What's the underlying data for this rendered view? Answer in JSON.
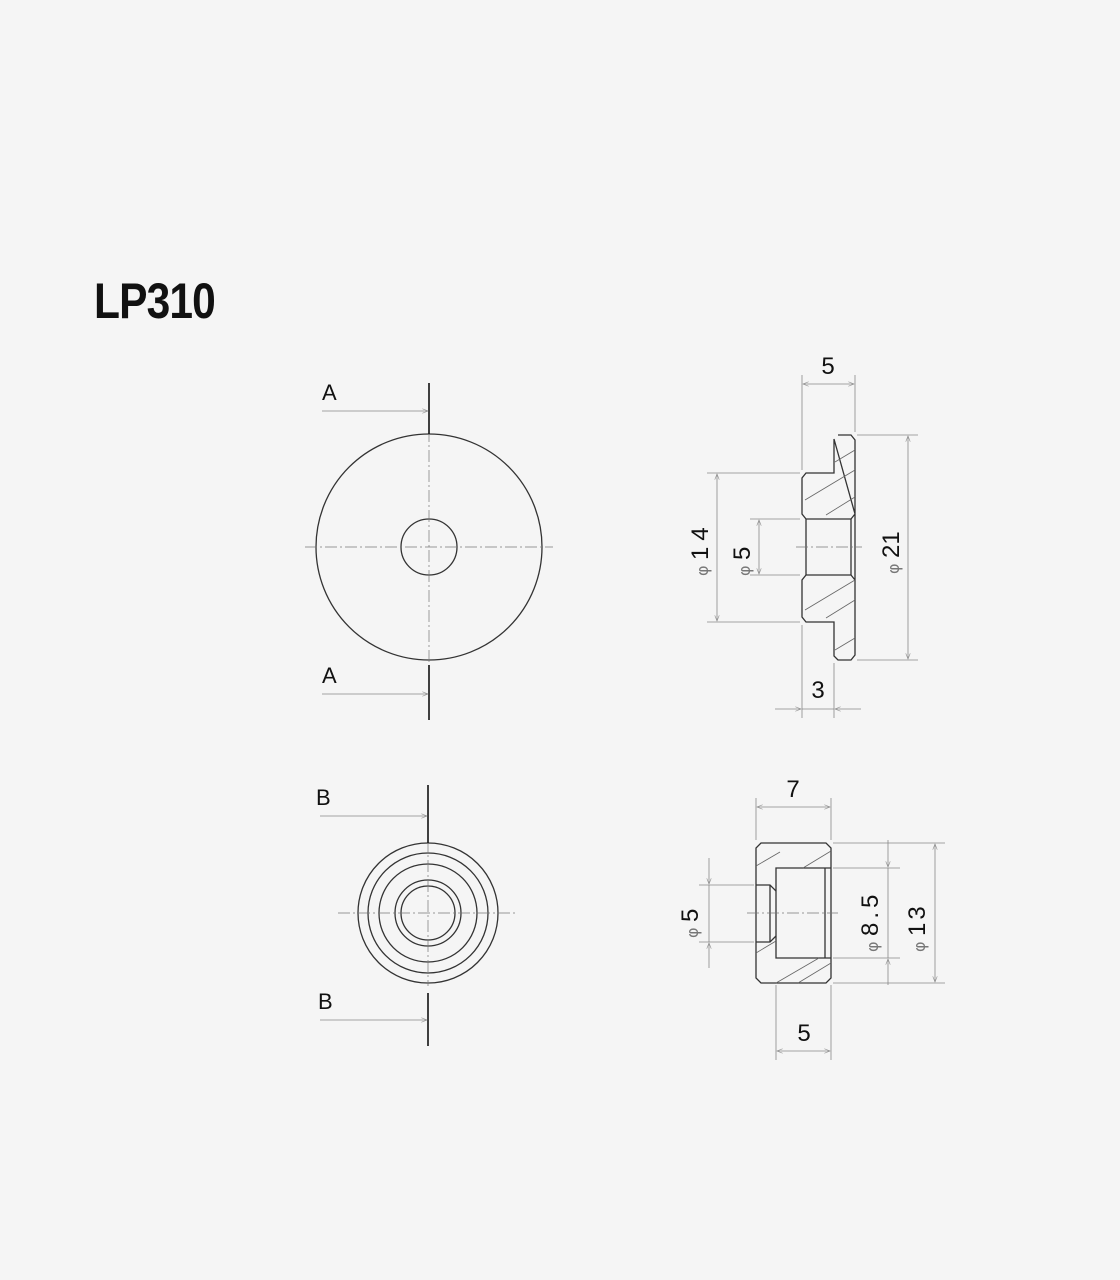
{
  "title": "LP310",
  "section_labels": {
    "a": "A",
    "b": "B"
  },
  "diameter_symbol": "φ",
  "part_a": {
    "width_total": "5",
    "flange_width": "3",
    "dia_step": "14",
    "dia_hole": "5",
    "dia_outer": "21"
  },
  "part_b": {
    "width_total": "7",
    "bore_depth": "5",
    "dia_hole": "5",
    "dia_bore": "8.5",
    "dia_outer": "13"
  }
}
